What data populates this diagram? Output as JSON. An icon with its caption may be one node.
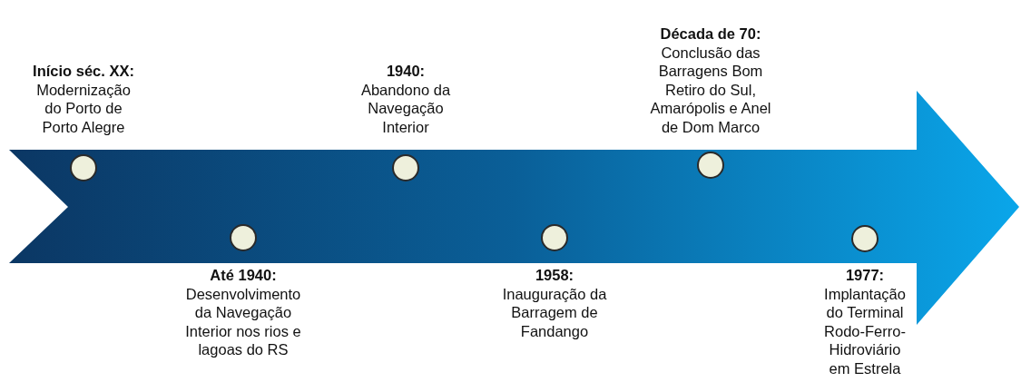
{
  "diagram": {
    "nodes": [
      {
        "text": [],
        "shape": "arrow"
      },
      {
        "text": [],
        "shape": "circle",
        "in": 0,
        "beside": [
          "Início séc. XX:",
          "Modernização do Porto de Porto Alegre"
        ]
      },
      {
        "text": [],
        "shape": "circle",
        "in": 0,
        "beside": [
          "Até 1940:",
          "Desenvolvimento da Navegação Interior nos rios e lagoas do RS"
        ]
      },
      {
        "text": [],
        "shape": "circle",
        "in": 0,
        "beside": [
          "1940:",
          "Abandono da Navegação Interior"
        ]
      },
      {
        "text": [],
        "shape": "circle",
        "in": 0,
        "beside": [
          "1958:",
          "Inauguração da Barragem de Fandango"
        ]
      },
      {
        "text": [],
        "shape": "circle",
        "in": 0,
        "beside": [
          "Década de 70:",
          "Conclusão das Barragens Bom Retiro do Sul, Amarópolis e Anel de Dom Marco"
        ]
      },
      {
        "text": [],
        "shape": "circle",
        "in": 0,
        "beside": [
          "1977:",
          "Implantação do Terminal Rodo-Ferro-Hidroviário em Estrela"
        ]
      }
    ]
  }
}
